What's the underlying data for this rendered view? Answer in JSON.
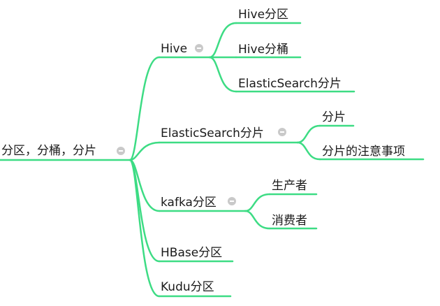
{
  "root": {
    "label": "分区，分桶，分片",
    "collapse_icon": "collapse-minus-icon"
  },
  "branches": [
    {
      "label": "Hive",
      "collapse_icon": "collapse-minus-icon",
      "children": [
        "Hive分区",
        "Hive分桶",
        "ElasticSearch分片"
      ]
    },
    {
      "label": "ElasticSearch分片",
      "collapse_icon": "collapse-minus-icon",
      "children": [
        "分片",
        "分片的注意事项"
      ]
    },
    {
      "label": "kafka分区",
      "collapse_icon": "collapse-minus-icon",
      "children": [
        "生产者",
        "消费者"
      ]
    },
    {
      "label": "HBase分区",
      "children": []
    },
    {
      "label": "Kudu分区",
      "children": []
    }
  ],
  "colors": {
    "line": "#3ddc84",
    "text": "#1a1a1a",
    "icon": "#c9c9c9"
  }
}
